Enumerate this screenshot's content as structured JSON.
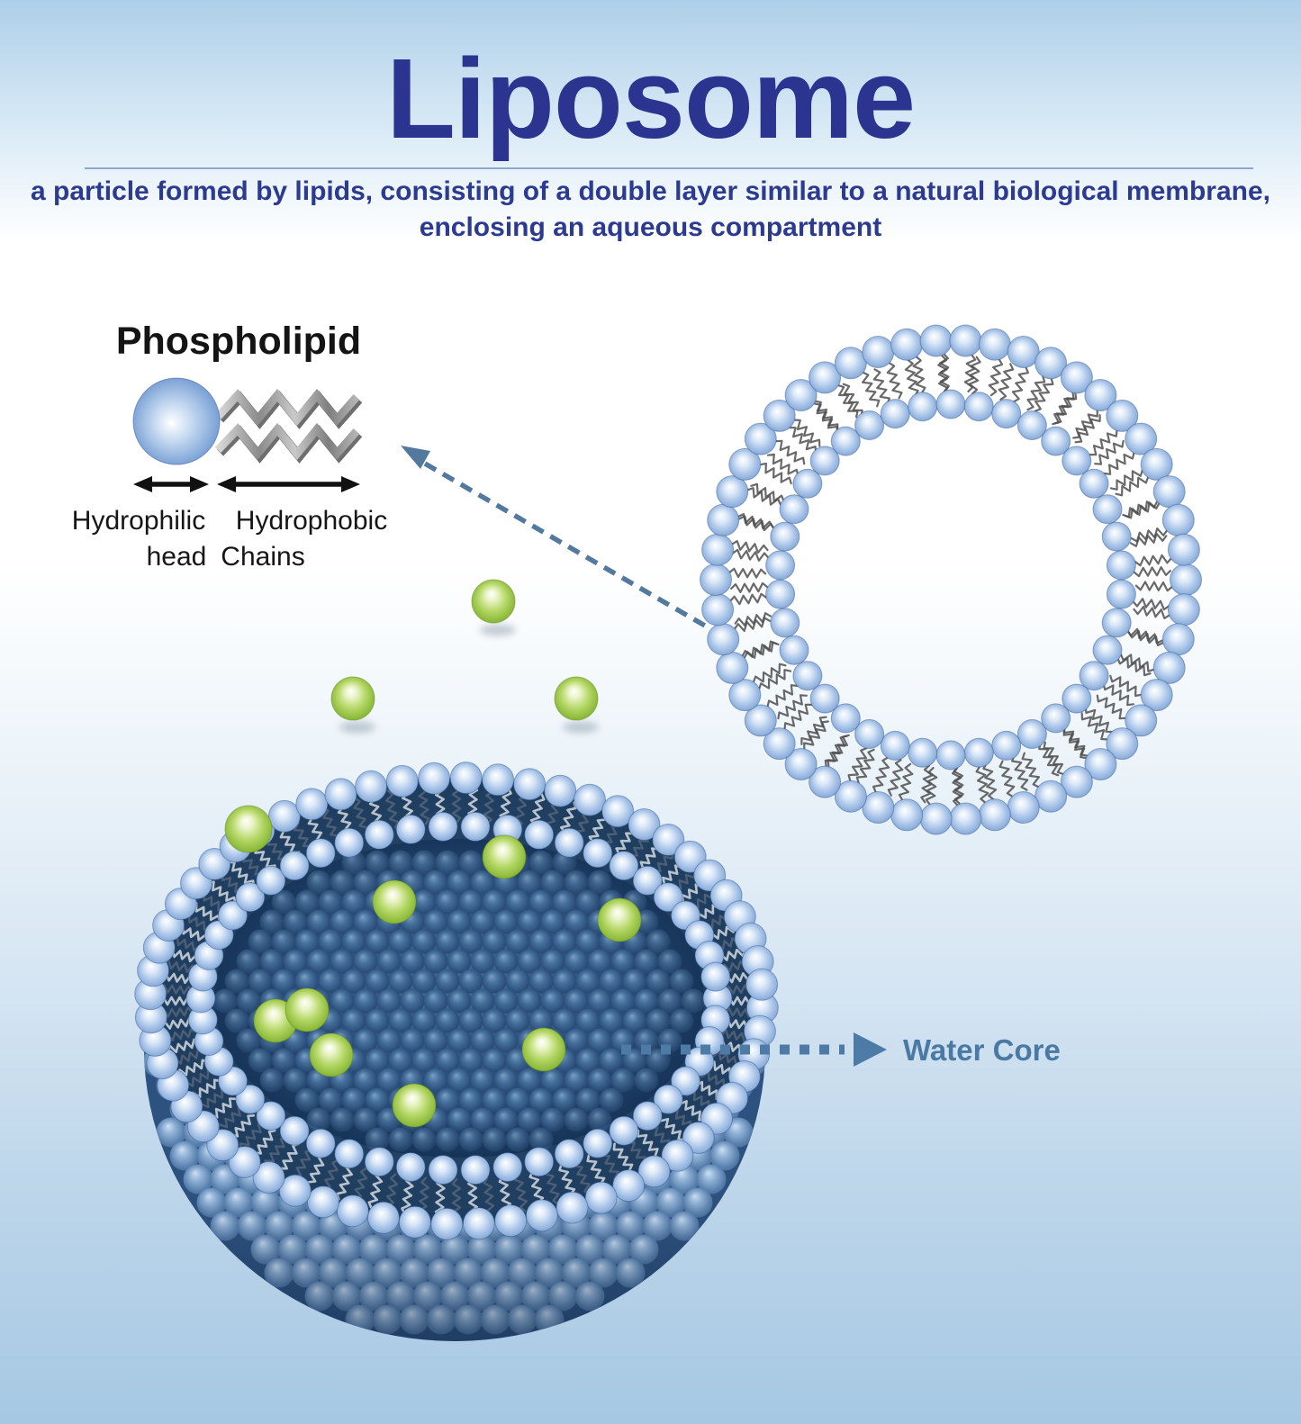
{
  "header": {
    "title": "Liposome",
    "subtitle_line1": "a particle formed by lipids, consisting of a double layer similar to a natural biological membrane,",
    "subtitle_line2": "enclosing an aqueous compartment"
  },
  "phospholipid": {
    "title": "Phospholipid",
    "hydrophilic": "Hydrophilic",
    "head": "head",
    "hydrophobic": "Hydrophobic",
    "chains": "Chains"
  },
  "annotations": {
    "water_core": "Water Core"
  },
  "colors": {
    "title_navy": "#2b3590",
    "label_black": "#141414",
    "steel_blue": "#4e7aa6",
    "rim_sphere_blue": "#a6c2e7",
    "head_sphere_blue": "#87abda",
    "shell_blue": "#5a81ae",
    "core_sphere_navy": "#2b4f7a",
    "band_navy": "#1c3a5c",
    "cargo_green": "#8cba3a",
    "tail_dark_gray": "#4f4f4f",
    "tail_light_gray": "#c9d1d9",
    "ribbon_gray": "#9a9a9a",
    "bg_top_blue": "#aecfe9",
    "bg_bottom_blue": "#a6c8e3"
  }
}
